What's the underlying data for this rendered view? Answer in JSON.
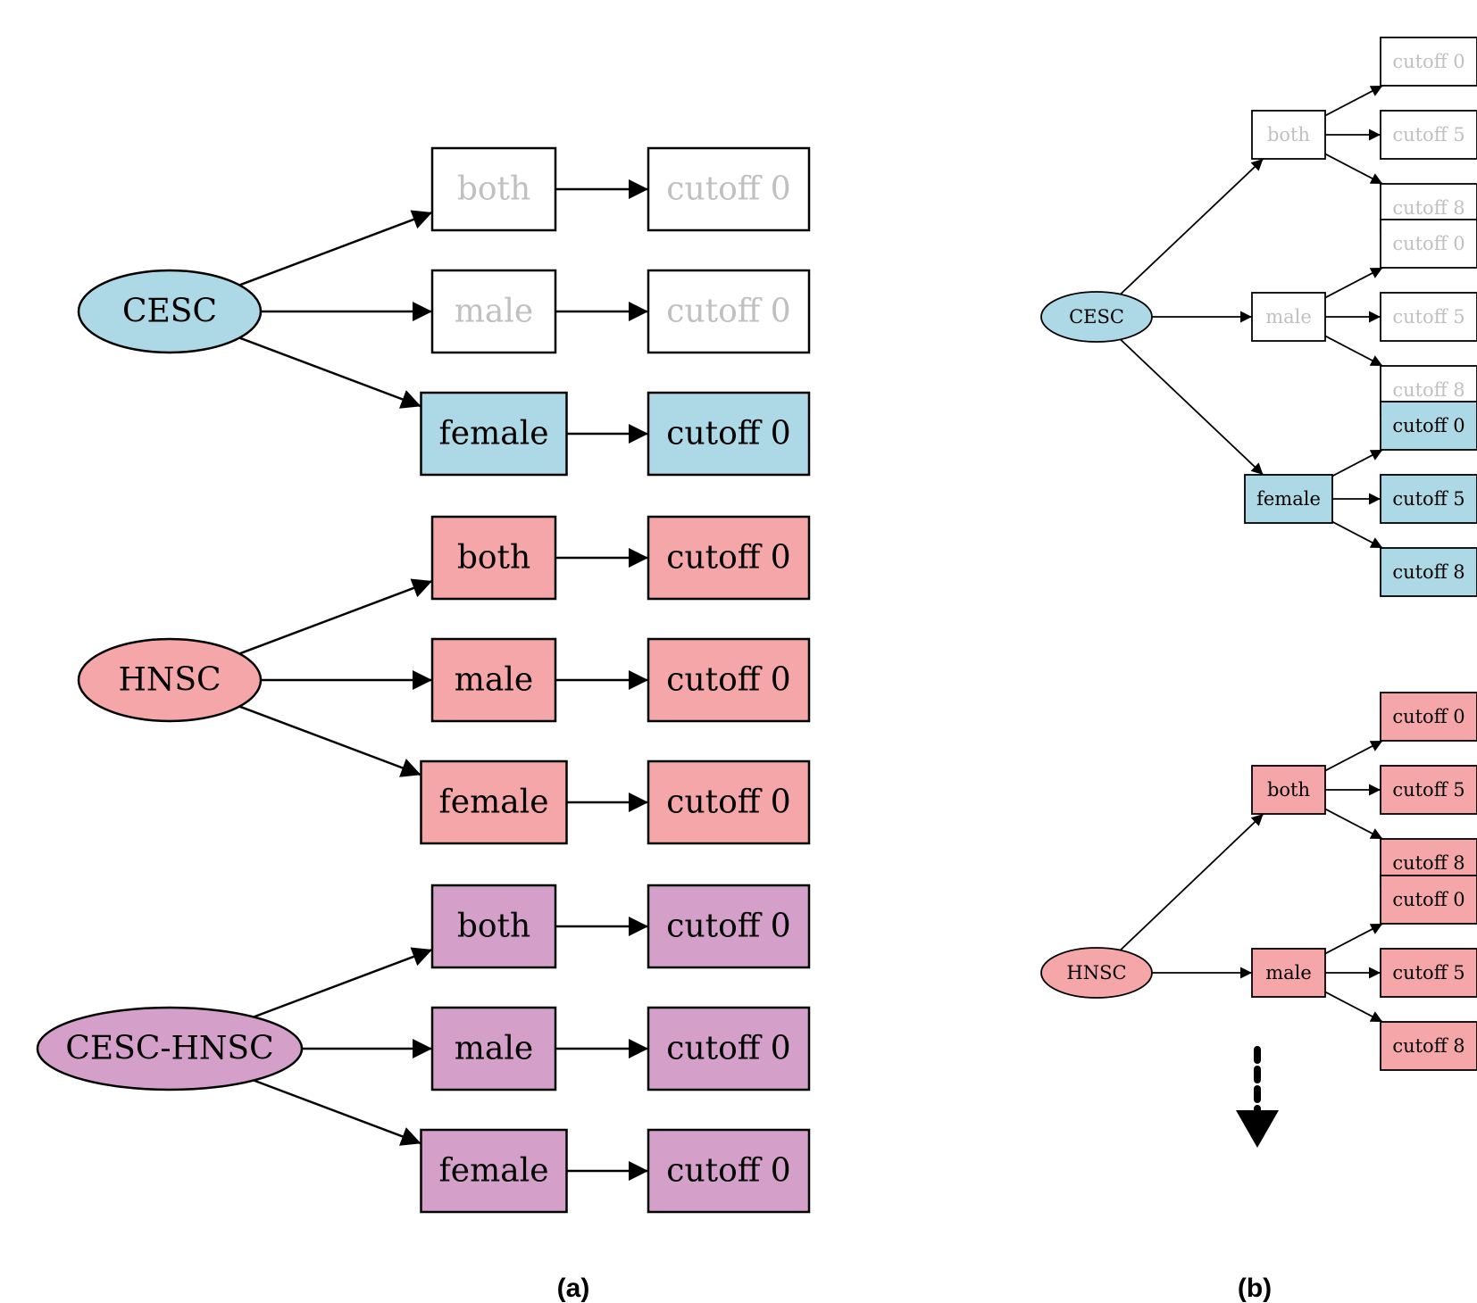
{
  "colors": {
    "cesc": "#add8e6",
    "hnsc": "#f5a6a9",
    "cesc_hnsc": "#d4a0c9",
    "inactive_fill": "#ffffff",
    "inactive_text": "#c0c0c0",
    "active_text": "#000000",
    "stroke": "#000000"
  },
  "panel_a": {
    "label": "(a)",
    "groups": [
      {
        "name": "CESC",
        "color": "cesc",
        "branches": [
          {
            "name": "both",
            "active": false,
            "cutoffs": [
              {
                "label": "cutoff 0",
                "active": false
              }
            ]
          },
          {
            "name": "male",
            "active": false,
            "cutoffs": [
              {
                "label": "cutoff 0",
                "active": false
              }
            ]
          },
          {
            "name": "female",
            "active": true,
            "cutoffs": [
              {
                "label": "cutoff 0",
                "active": true
              }
            ]
          }
        ]
      },
      {
        "name": "HNSC",
        "color": "hnsc",
        "branches": [
          {
            "name": "both",
            "active": true,
            "cutoffs": [
              {
                "label": "cutoff 0",
                "active": true
              }
            ]
          },
          {
            "name": "male",
            "active": true,
            "cutoffs": [
              {
                "label": "cutoff 0",
                "active": true
              }
            ]
          },
          {
            "name": "female",
            "active": true,
            "cutoffs": [
              {
                "label": "cutoff 0",
                "active": true
              }
            ]
          }
        ]
      },
      {
        "name": "CESC-HNSC",
        "color": "cesc_hnsc",
        "branches": [
          {
            "name": "both",
            "active": true,
            "cutoffs": [
              {
                "label": "cutoff 0",
                "active": true
              }
            ]
          },
          {
            "name": "male",
            "active": true,
            "cutoffs": [
              {
                "label": "cutoff 0",
                "active": true
              }
            ]
          },
          {
            "name": "female",
            "active": true,
            "cutoffs": [
              {
                "label": "cutoff 0",
                "active": true
              }
            ]
          }
        ]
      }
    ]
  },
  "panel_b": {
    "label": "(b)",
    "groups": [
      {
        "name": "CESC",
        "color": "cesc",
        "branches": [
          {
            "name": "both",
            "active": false,
            "cutoffs": [
              {
                "label": "cutoff 0",
                "active": false
              },
              {
                "label": "cutoff 5",
                "active": false
              },
              {
                "label": "cutoff 8",
                "active": false
              }
            ]
          },
          {
            "name": "male",
            "active": false,
            "cutoffs": [
              {
                "label": "cutoff 0",
                "active": false
              },
              {
                "label": "cutoff 5",
                "active": false
              },
              {
                "label": "cutoff 8",
                "active": false
              }
            ]
          },
          {
            "name": "female",
            "active": true,
            "cutoffs": [
              {
                "label": "cutoff 0",
                "active": true
              },
              {
                "label": "cutoff 5",
                "active": true
              },
              {
                "label": "cutoff 8",
                "active": true
              }
            ]
          }
        ]
      },
      {
        "name": "HNSC",
        "color": "hnsc",
        "branches": [
          {
            "name": "both",
            "active": true,
            "cutoffs": [
              {
                "label": "cutoff 0",
                "active": true
              },
              {
                "label": "cutoff 5",
                "active": true
              },
              {
                "label": "cutoff 8",
                "active": true
              }
            ]
          },
          {
            "name": "male",
            "active": true,
            "cutoffs": [
              {
                "label": "cutoff 0",
                "active": true
              },
              {
                "label": "cutoff 5",
                "active": true
              },
              {
                "label": "cutoff 8",
                "active": true
              }
            ]
          }
        ]
      }
    ]
  }
}
